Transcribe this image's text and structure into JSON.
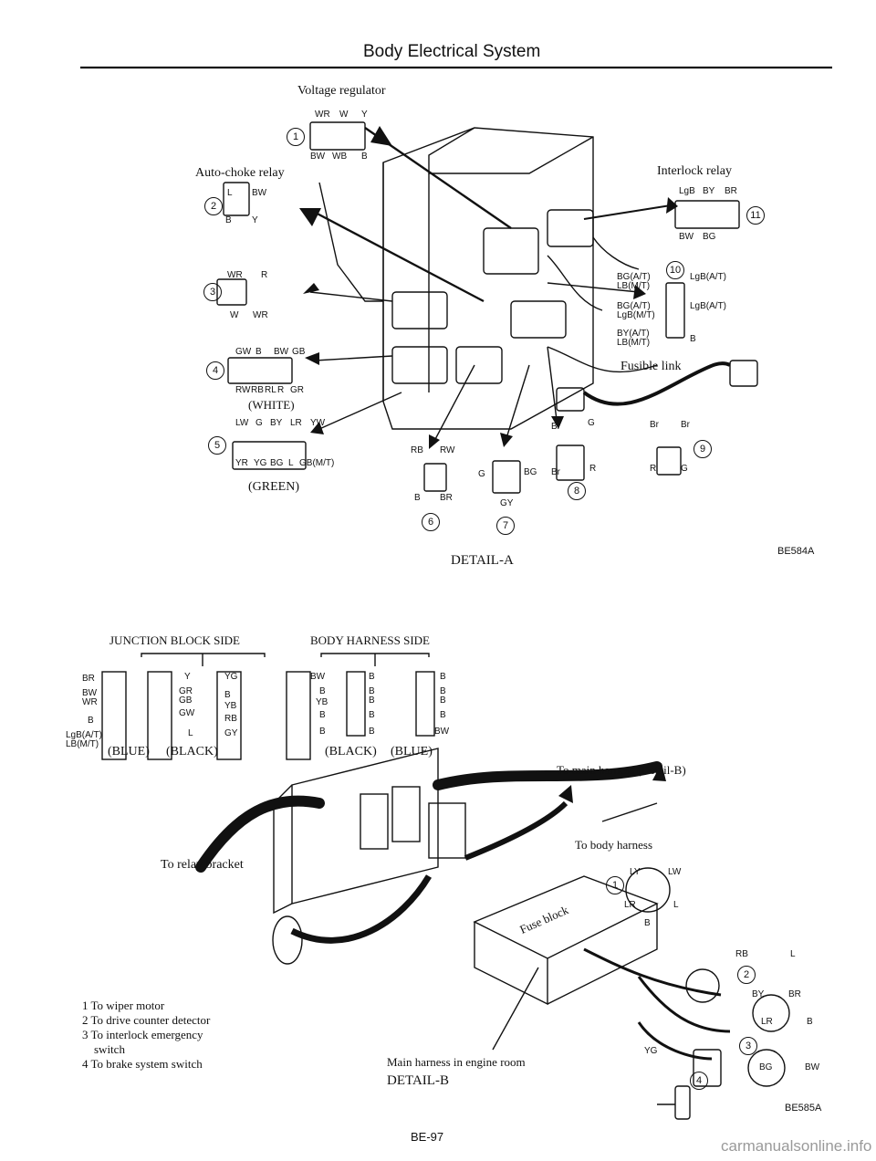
{
  "header": {
    "title": "Body Electrical System"
  },
  "detail_a": {
    "caption": "DETAIL-A",
    "code": "BE584A",
    "voltage_regulator": {
      "label": "Voltage regulator",
      "num": "1",
      "top": [
        "WR",
        "W",
        "Y"
      ],
      "bottom": [
        "BW",
        "WB",
        "B"
      ]
    },
    "auto_choke": {
      "label": "Auto-choke relay",
      "num": "2",
      "wires": [
        "L",
        "BW",
        "B",
        "Y"
      ]
    },
    "conn3": {
      "num": "3",
      "top": [
        "WR",
        "R"
      ],
      "bottom": [
        "W",
        "WR"
      ]
    },
    "conn4": {
      "num": "4",
      "top": [
        "GW",
        "B",
        "BW",
        "GB"
      ],
      "bottom": [
        "RW",
        "RB",
        "RL",
        "R",
        "GR"
      ],
      "color": "(WHITE)"
    },
    "conn5": {
      "num": "5",
      "top": [
        "LW",
        "G",
        "BY",
        "LR",
        "YW"
      ],
      "bottom": [
        "YR",
        "YG",
        "BG",
        "L",
        "GB(M/T)"
      ],
      "color": "(GREEN)"
    },
    "conn6": {
      "num": "6",
      "top": [
        "RB",
        "RW"
      ],
      "bottom": [
        "B",
        "BR"
      ]
    },
    "conn7": {
      "num": "7",
      "left": "G",
      "right": "BG",
      "bottom": "GY"
    },
    "conn8": {
      "num": "8",
      "top": [
        "Br",
        "G"
      ],
      "bottom": [
        "Br",
        "R"
      ]
    },
    "conn9": {
      "num": "9",
      "top": [
        "Br",
        "Br"
      ],
      "bottom": [
        "R",
        "G"
      ]
    },
    "conn10": {
      "num": "10",
      "left": [
        "BG(A/T)",
        "LB(M/T)",
        "BG(A/T)",
        "LgB(M/T)",
        "BY(A/T)",
        "LB(M/T)"
      ],
      "right": [
        "LgB(A/T)",
        "LgB(A/T)",
        "B"
      ]
    },
    "interlock": {
      "label": "Interlock relay",
      "num": "11",
      "top": [
        "LgB",
        "BY",
        "BR"
      ],
      "bottom": [
        "BW",
        "BG"
      ]
    },
    "fusible_link": "Fusible link",
    "ref_num": "9"
  },
  "detail_b": {
    "caption": "DETAIL-B",
    "code": "BE585A",
    "junction_side": "JUNCTION BLOCK SIDE",
    "harness_side": "BODY HARNESS SIDE",
    "jb_blue": "(BLUE)",
    "jb_black": "(BLACK)",
    "bh_black": "(BLACK)",
    "bh_blue": "(BLUE)",
    "jb_blue_wires": [
      "BR",
      "BW",
      "WR",
      "B",
      "LgB(A/T)",
      "LB(M/T)"
    ],
    "jb_black_wires": [
      "Y",
      "YG",
      "GR",
      "B",
      "GB",
      "YB",
      "GW",
      "RB",
      "L",
      "GY"
    ],
    "bh_black_wires": [
      "BW",
      "B",
      "B",
      "B",
      "YB",
      "B",
      "B",
      "B",
      "B",
      "B"
    ],
    "bh_blue_wires": [
      "B",
      "B",
      "B",
      "B",
      "BW"
    ],
    "to_main": "To main harness (Detail-B)",
    "to_body": "To body harness",
    "to_relay": "To relay bracket",
    "fuse_block": "Fuse block",
    "main_harness": "Main harness in engine room",
    "c1": {
      "num": "1",
      "wires": [
        "LY",
        "LW",
        "LR",
        "L",
        "B"
      ]
    },
    "c2": {
      "num": "2",
      "wires": [
        "RB",
        "L",
        "BY",
        "BR"
      ]
    },
    "c3": {
      "num": "3",
      "wires": [
        "LR",
        "B",
        "BG",
        "BW"
      ]
    },
    "c4": {
      "num": "4",
      "wire": "YG"
    },
    "legend": [
      "1  To wiper motor",
      "2  To drive counter detector",
      "3  To interlock emergency",
      "    switch",
      "4  To brake system switch"
    ]
  },
  "page_number": "BE-97",
  "footer_site": "carmanualsonline.info"
}
